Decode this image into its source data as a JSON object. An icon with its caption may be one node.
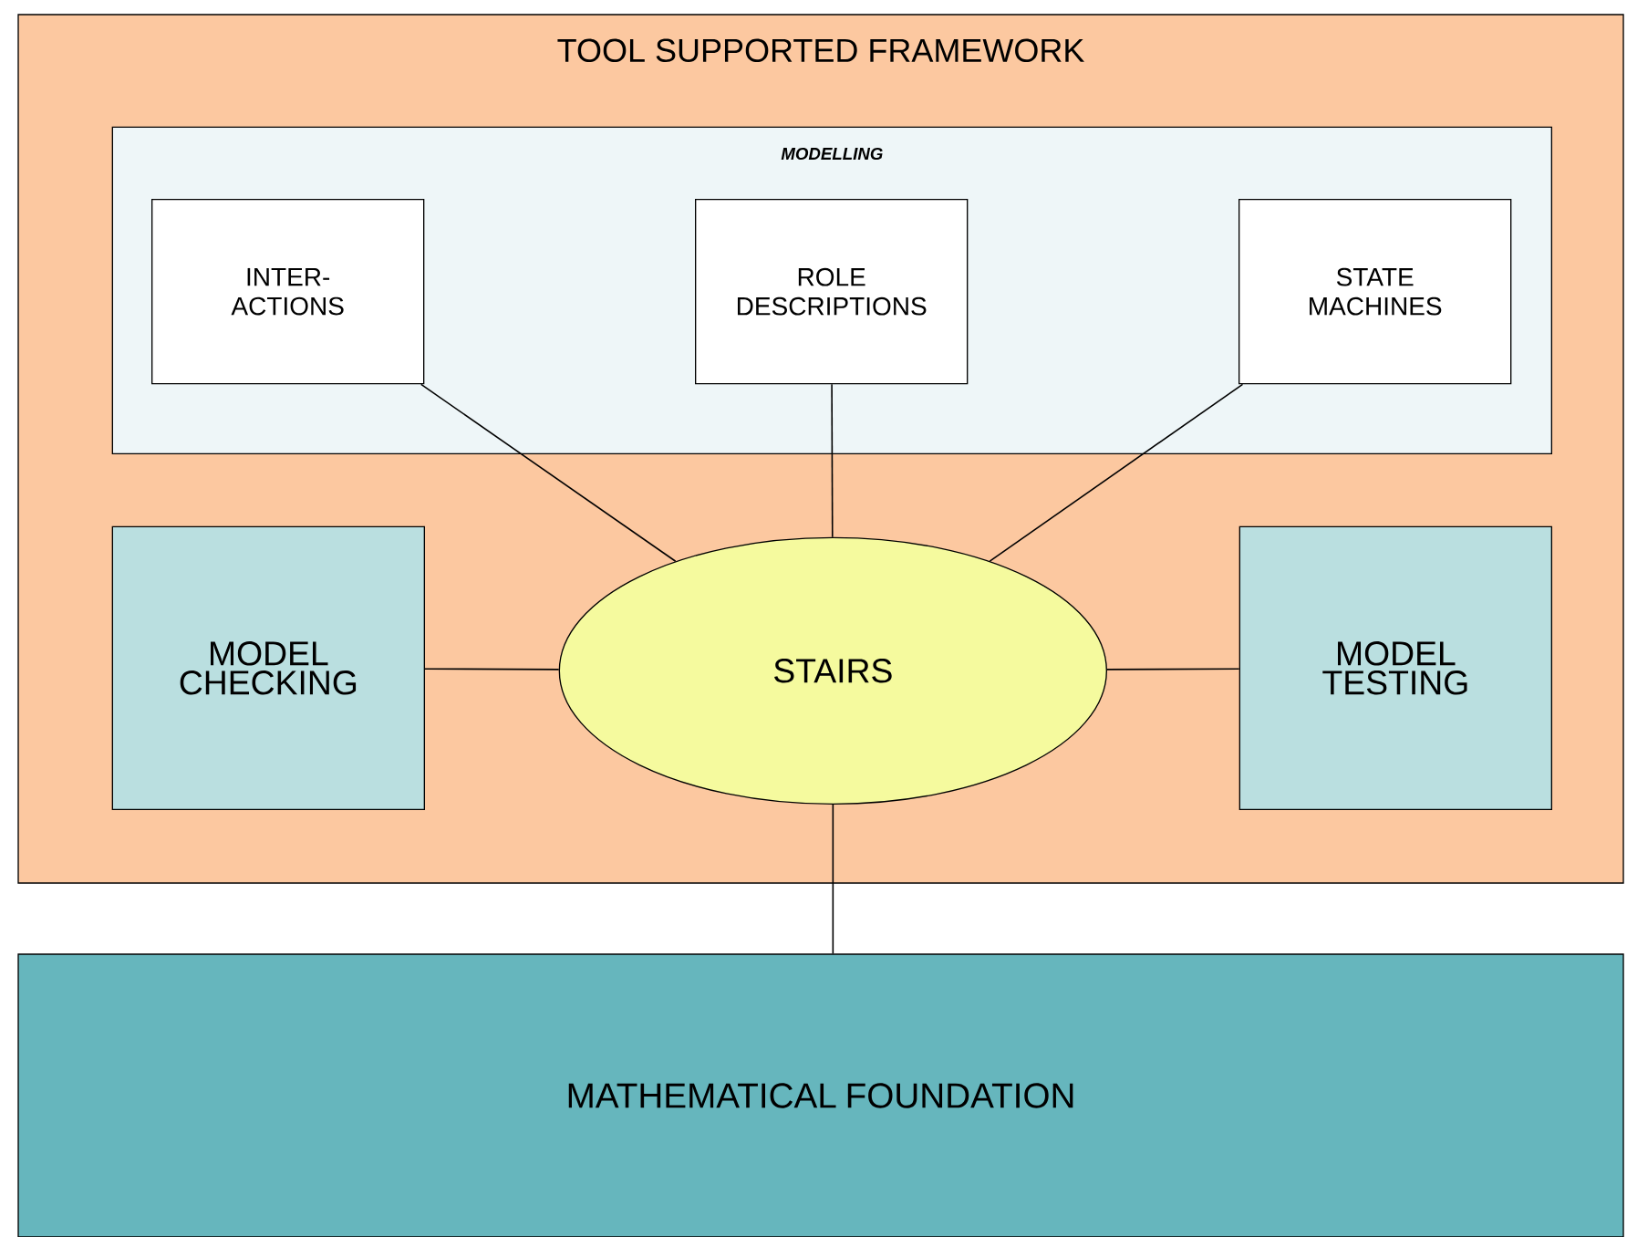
{
  "diagram": {
    "nodes": [
      {
        "text": [
          "TOOL SUPPORTED FRAMEWORK"
        ]
      },
      {
        "text": [
          "MODELLING"
        ],
        "in": 0
      },
      {
        "text": [
          "INTER- ACTIONS"
        ],
        "in": 1
      },
      {
        "text": [
          "ROLE DESCRIPTIONS"
        ],
        "in": 1
      },
      {
        "text": [
          "STATE MACHINES"
        ],
        "in": 1
      },
      {
        "text": [
          "MODEL CHECKING"
        ],
        "in": 0
      },
      {
        "text": [
          "STAIRS"
        ],
        "in": 0
      },
      {
        "text": [
          "MODEL TESTING"
        ],
        "in": 0
      },
      {
        "text": [
          "MATHEMATICAL FOUNDATION"
        ]
      }
    ],
    "edges": [
      {
        "from": 2,
        "to": 6,
        "arrow": "none"
      },
      {
        "from": 3,
        "to": 6,
        "arrow": "none"
      },
      {
        "from": 4,
        "to": 6,
        "arrow": "none"
      },
      {
        "from": 5,
        "to": 6,
        "arrow": "none"
      },
      {
        "from": 7,
        "to": 6,
        "arrow": "none"
      },
      {
        "from": 6,
        "to": 8,
        "arrow": "none"
      }
    ]
  }
}
